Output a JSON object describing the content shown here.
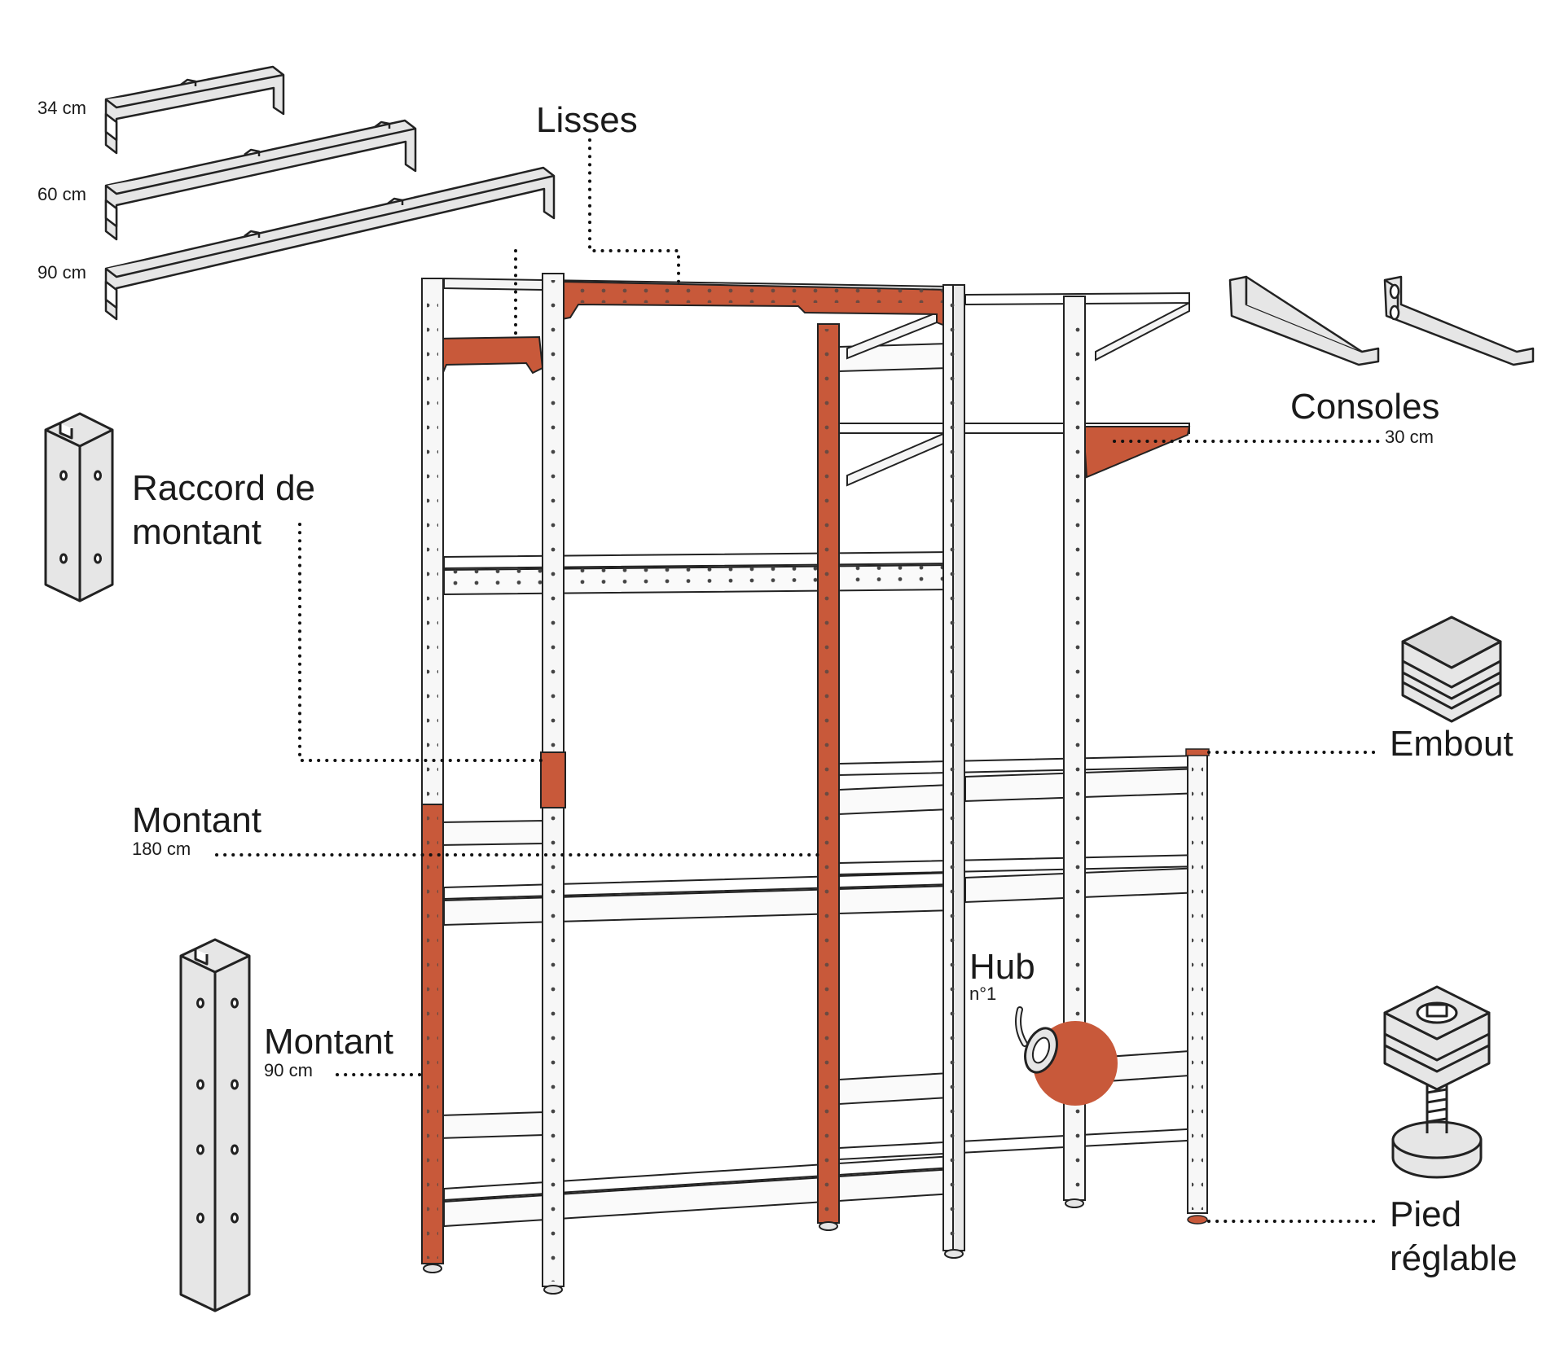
{
  "colors": {
    "accent": "#C8593A",
    "part_fill": "#E6E6E6",
    "outline": "#222222",
    "background": "#FFFFFF"
  },
  "parts": {
    "lisses": {
      "label": "Lisses",
      "sizes": [
        "34 cm",
        "60 cm",
        "90 cm"
      ]
    },
    "raccord": {
      "label_line1": "Raccord de",
      "label_line2": "montant"
    },
    "montant_180": {
      "label": "Montant",
      "size": "180 cm"
    },
    "montant_90": {
      "label": "Montant",
      "size": "90 cm"
    },
    "consoles": {
      "label": "Consoles",
      "size": "30 cm"
    },
    "embout": {
      "label": "Embout"
    },
    "hub": {
      "label": "Hub",
      "sub": "n°1"
    },
    "pied": {
      "label_line1": "Pied",
      "label_line2": "réglable"
    }
  },
  "icons": [
    "lisse-rail-icon",
    "raccord-icon",
    "montant-icon",
    "console-icon",
    "embout-icon",
    "pied-reglable-icon",
    "hub-icon",
    "shelving-unit"
  ]
}
